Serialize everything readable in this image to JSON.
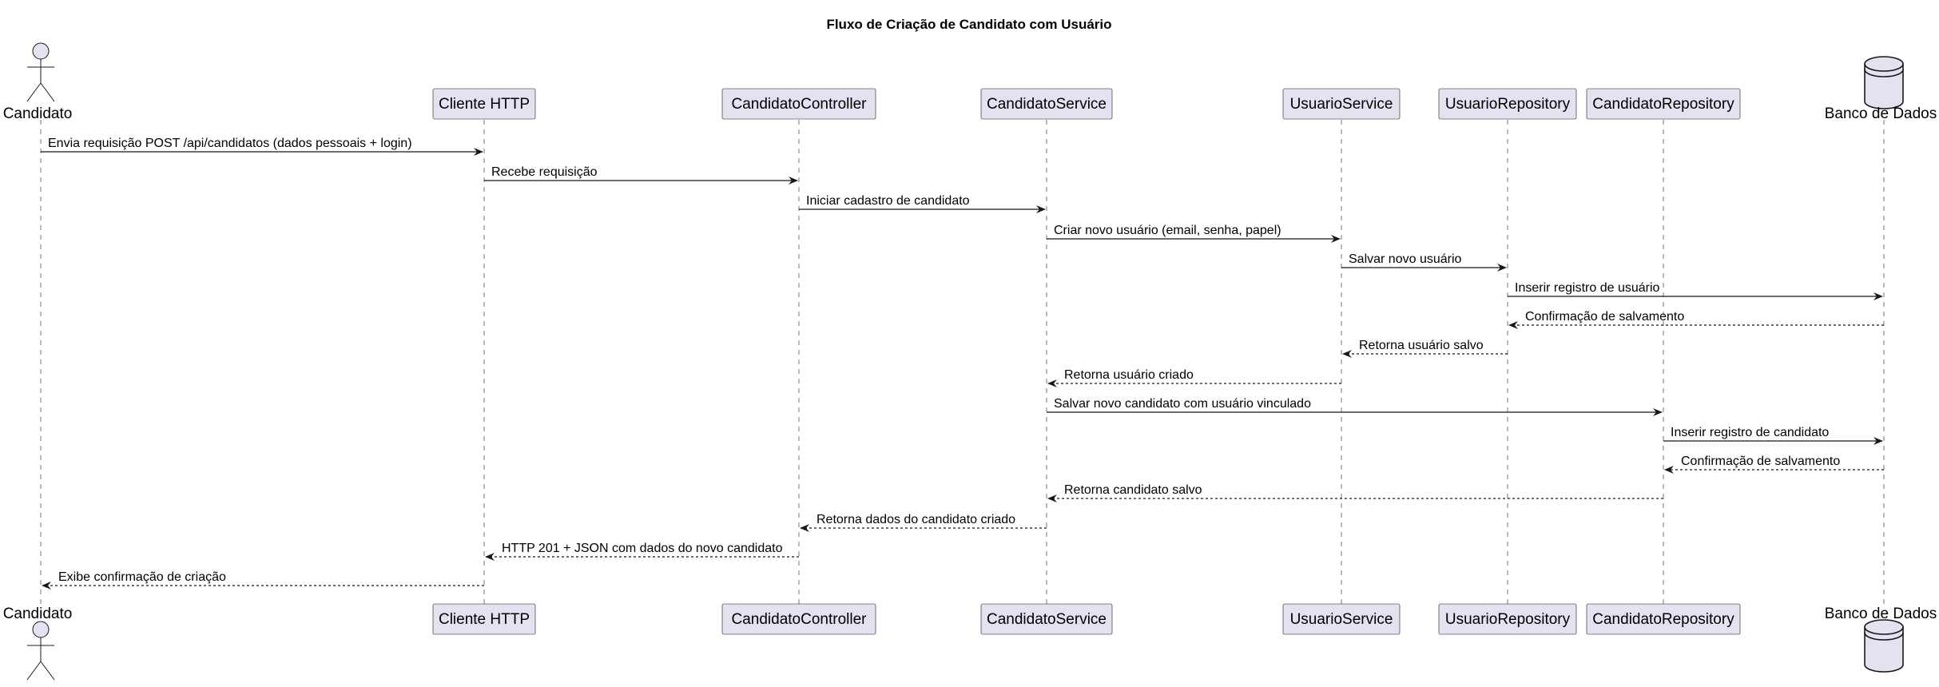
{
  "title": "Fluxo de Criação de Candidato com Usuário",
  "participants": [
    {
      "id": "candidato",
      "label": "Candidato",
      "kind": "actor"
    },
    {
      "id": "cliente",
      "label": "Cliente HTTP",
      "kind": "participant"
    },
    {
      "id": "controller",
      "label": "CandidatoController",
      "kind": "participant"
    },
    {
      "id": "service",
      "label": "CandidatoService",
      "kind": "participant"
    },
    {
      "id": "usuarioService",
      "label": "UsuarioService",
      "kind": "participant"
    },
    {
      "id": "usuarioRepo",
      "label": "UsuarioRepository",
      "kind": "participant"
    },
    {
      "id": "candidatoRepo",
      "label": "CandidatoRepository",
      "kind": "participant"
    },
    {
      "id": "db",
      "label": "Banco de Dados",
      "kind": "database"
    }
  ],
  "messages": [
    {
      "from": "candidato",
      "to": "cliente",
      "text": "Envia requisição POST /api/candidatos (dados pessoais + login)",
      "style": "solid"
    },
    {
      "from": "cliente",
      "to": "controller",
      "text": "Recebe requisição",
      "style": "solid"
    },
    {
      "from": "controller",
      "to": "service",
      "text": "Iniciar cadastro de candidato",
      "style": "solid"
    },
    {
      "from": "service",
      "to": "usuarioService",
      "text": "Criar novo usuário (email, senha, papel)",
      "style": "solid"
    },
    {
      "from": "usuarioService",
      "to": "usuarioRepo",
      "text": "Salvar novo usuário",
      "style": "solid"
    },
    {
      "from": "usuarioRepo",
      "to": "db",
      "text": "Inserir registro de usuário",
      "style": "solid"
    },
    {
      "from": "db",
      "to": "usuarioRepo",
      "text": "Confirmação de salvamento",
      "style": "dashed"
    },
    {
      "from": "usuarioRepo",
      "to": "usuarioService",
      "text": "Retorna usuário salvo",
      "style": "dashed"
    },
    {
      "from": "usuarioService",
      "to": "service",
      "text": "Retorna usuário criado",
      "style": "dashed"
    },
    {
      "from": "service",
      "to": "candidatoRepo",
      "text": "Salvar novo candidato com usuário vinculado",
      "style": "solid"
    },
    {
      "from": "candidatoRepo",
      "to": "db",
      "text": "Inserir registro de candidato",
      "style": "solid"
    },
    {
      "from": "db",
      "to": "candidatoRepo",
      "text": "Confirmação de salvamento",
      "style": "dashed"
    },
    {
      "from": "candidatoRepo",
      "to": "service",
      "text": "Retorna candidato salvo",
      "style": "dashed"
    },
    {
      "from": "service",
      "to": "controller",
      "text": "Retorna dados do candidato criado",
      "style": "dashed"
    },
    {
      "from": "controller",
      "to": "cliente",
      "text": "HTTP 201 + JSON com dados do novo candidato",
      "style": "dashed"
    },
    {
      "from": "cliente",
      "to": "candidato",
      "text": "Exibe confirmação de criação",
      "style": "dashed"
    }
  ],
  "colors": {
    "box_fill": "#e2e2f0",
    "line": "#181818"
  }
}
